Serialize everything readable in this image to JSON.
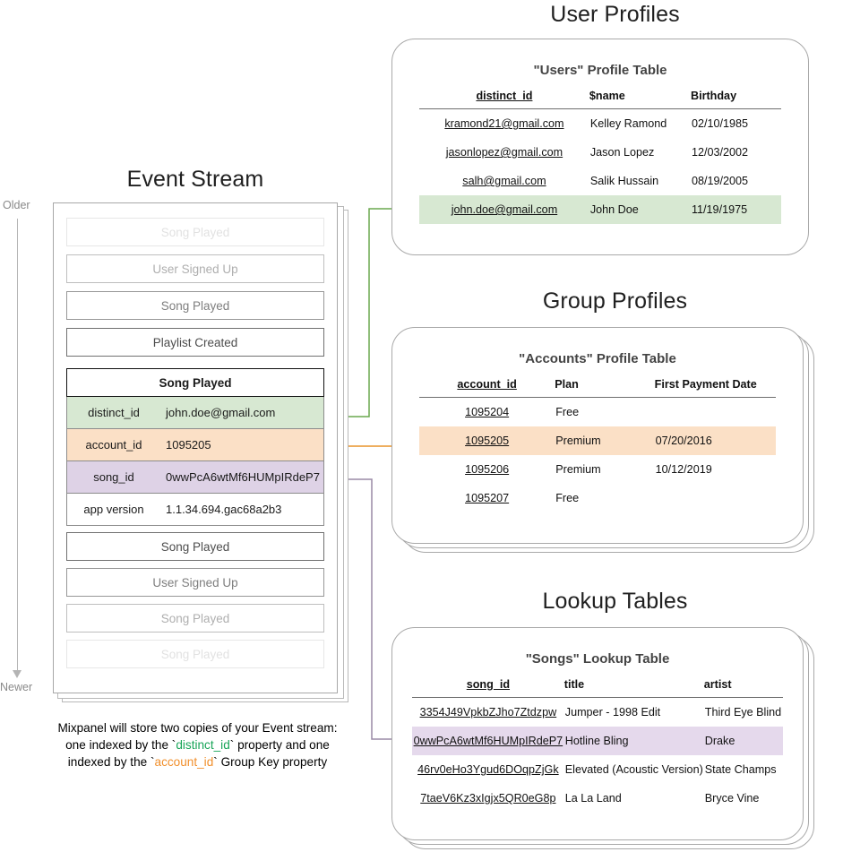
{
  "timeline": {
    "older_label": "Older",
    "newer_label": "Newer"
  },
  "event_stream": {
    "title": "Event Stream",
    "events_before": [
      {
        "label": "Song Played",
        "opacity": "o20"
      },
      {
        "label": "User Signed Up",
        "opacity": "o45"
      },
      {
        "label": "Song Played",
        "opacity": "o70"
      },
      {
        "label": "Playlist Created",
        "opacity": "o100"
      }
    ],
    "expanded_event": {
      "name": "Song Played",
      "properties": [
        {
          "key": "distinct_id",
          "value": "john.doe@gmail.com",
          "highlight": "green"
        },
        {
          "key": "account_id",
          "value": "1095205",
          "highlight": "orange"
        },
        {
          "key": "song_id",
          "value": "0wwPcA6wtMf6HUMpIRdeP7",
          "highlight": "purple"
        },
        {
          "key": "app version",
          "value": "1.1.34.694.gac68a2b3",
          "highlight": "plain"
        }
      ]
    },
    "events_after": [
      {
        "label": "Song Played",
        "opacity": "o100"
      },
      {
        "label": "User Signed Up",
        "opacity": "o70"
      },
      {
        "label": "Song Played",
        "opacity": "o45"
      },
      {
        "label": "Song Played",
        "opacity": "o20"
      }
    ],
    "caption": {
      "line1": "Mixpanel will store two copies of your Event stream:",
      "line2_pre": "one indexed by the `",
      "line2_key": "distinct_id",
      "line2_post": "` property and one",
      "line3_pre": "indexed by the `",
      "line3_key": "account_id",
      "line3_post": "` Group Key property"
    }
  },
  "user_profiles": {
    "section_title": "User Profiles",
    "table_title": "\"Users\" Profile Table",
    "columns": [
      "distinct_id",
      "$name",
      "Birthday"
    ],
    "rows": [
      {
        "cells": [
          "kramond21@gmail.com",
          "Kelley Ramond",
          "02/10/1985"
        ],
        "highlight": ""
      },
      {
        "cells": [
          "jasonlopez@gmail.com",
          "Jason Lopez",
          "12/03/2002"
        ],
        "highlight": ""
      },
      {
        "cells": [
          "salh@gmail.com",
          "Salik Hussain",
          "08/19/2005"
        ],
        "highlight": ""
      },
      {
        "cells": [
          "john.doe@gmail.com",
          "John Doe",
          "11/19/1975"
        ],
        "highlight": "hl-green"
      }
    ]
  },
  "group_profiles": {
    "section_title": "Group Profiles",
    "table_title": "\"Accounts\" Profile Table",
    "columns": [
      "account_id",
      "Plan",
      "First Payment Date"
    ],
    "rows": [
      {
        "cells": [
          "1095204",
          "Free",
          ""
        ],
        "highlight": ""
      },
      {
        "cells": [
          "1095205",
          "Premium",
          "07/20/2016"
        ],
        "highlight": "hl-orange"
      },
      {
        "cells": [
          "1095206",
          "Premium",
          "10/12/2019"
        ],
        "highlight": ""
      },
      {
        "cells": [
          "1095207",
          "Free",
          ""
        ],
        "highlight": ""
      }
    ]
  },
  "lookup_tables": {
    "section_title": "Lookup Tables",
    "table_title": "\"Songs\" Lookup Table",
    "columns": [
      "song_id",
      "title",
      "artist"
    ],
    "rows": [
      {
        "cells": [
          "3354J49VpkbZJho7Ztdzpw",
          "Jumper - 1998 Edit",
          "Third Eye Blind"
        ],
        "highlight": ""
      },
      {
        "cells": [
          "0wwPcA6wtMf6HUMpIRdeP7",
          "Hotline Bling",
          "Drake"
        ],
        "highlight": "hl-purple"
      },
      {
        "cells": [
          "46rv0eHo3Ygud6DOqpZjGk",
          "Elevated (Acoustic Version)",
          "State Champs"
        ],
        "highlight": ""
      },
      {
        "cells": [
          "7taeV6Kz3xIgjx5QR0eG8p",
          "La La Land",
          "Bryce Vine"
        ],
        "highlight": ""
      }
    ]
  },
  "colors": {
    "green_highlight": "#d7e8d2",
    "orange_highlight": "#fbe0c6",
    "purple_highlight": "#e5d9ec",
    "green_arrow": "#6aa84f",
    "orange_arrow": "#e8942a",
    "purple_arrow": "#9a8aa6",
    "card_border": "#a9a9a9"
  }
}
